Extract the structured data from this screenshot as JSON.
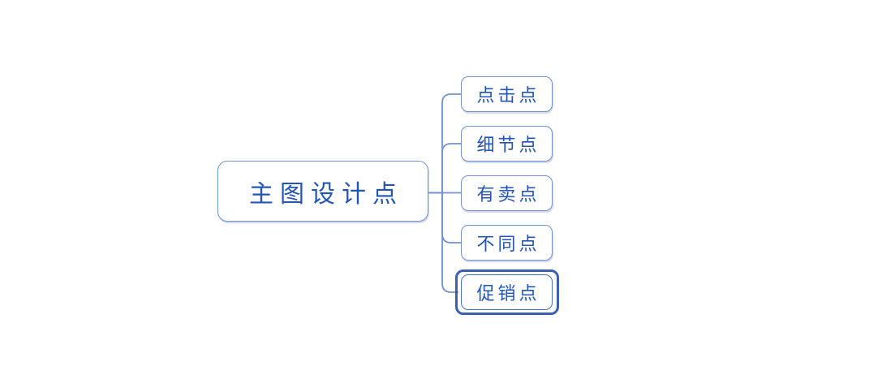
{
  "diagram": {
    "type": "mindmap",
    "root": {
      "label": "主图设计点"
    },
    "children": [
      {
        "label": "点击点",
        "selected": false
      },
      {
        "label": "细节点",
        "selected": false
      },
      {
        "label": "有卖点",
        "selected": false
      },
      {
        "label": "不同点",
        "selected": false
      },
      {
        "label": "促销点",
        "selected": true
      }
    ]
  },
  "colors": {
    "background": "#ffffff",
    "node_fill": "#ffffff",
    "node_border": "#7391cd",
    "selected_node_border": "#4a6fb8",
    "text": "#2355b4",
    "connector": "#7391cd",
    "selection_ring": "#3a61ae"
  }
}
